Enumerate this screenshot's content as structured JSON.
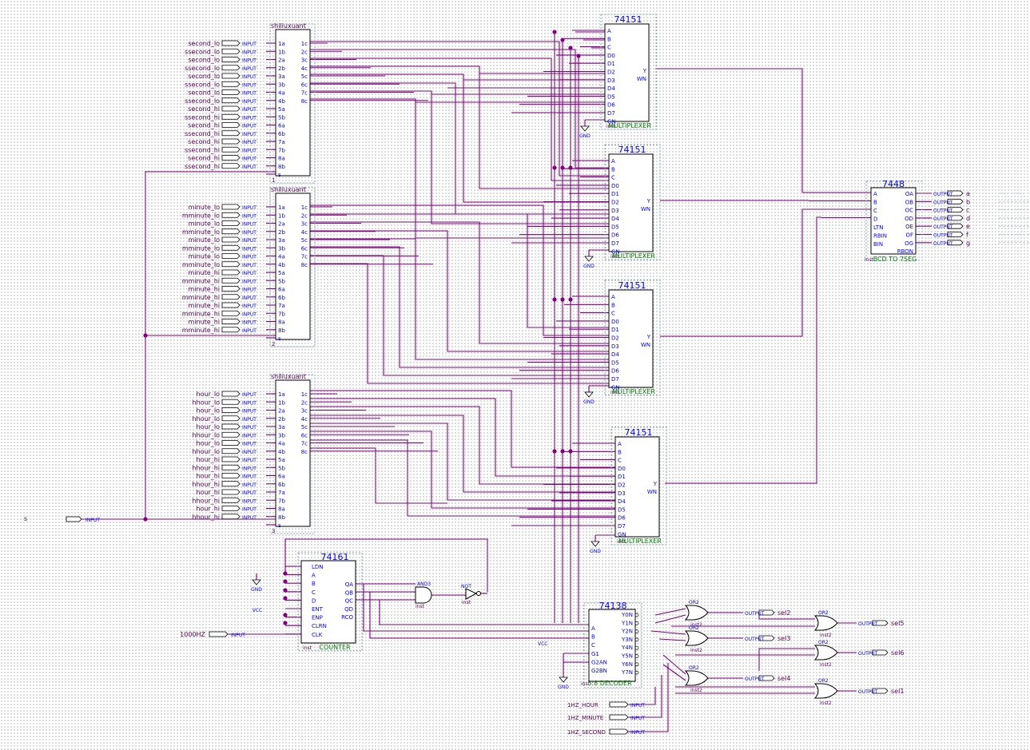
{
  "colors": {
    "wire": "#800080",
    "block": "#0000ff",
    "label": "#5a005a",
    "instance": "#008000",
    "pin": "#000000"
  },
  "ground_label": "GND",
  "vcc_label": "VCC",
  "input_marker": "INPUT",
  "output_marker": "OUTPUT",
  "mux_in_pins": [
    "1a",
    "1b",
    "2a",
    "2b",
    "3a",
    "3b",
    "4a",
    "4b",
    "5a",
    "5b",
    "6a",
    "6b",
    "7a",
    "7b",
    "8a",
    "8b",
    "s"
  ],
  "mux_out_pins": [
    "1c",
    "2c",
    "3c",
    "4c",
    "5c",
    "6c",
    "7c",
    "8c"
  ],
  "selectors": [
    {
      "title": "shiliuxuant",
      "num": "1",
      "inputs": [
        "second_lo",
        "ssecond_lo",
        "second_lo",
        "ssecond_lo",
        "second_lo",
        "ssecond_lo",
        "second_lo",
        "ssecond_lo",
        "second_hi",
        "ssecond_hi",
        "second_hi",
        "ssecond_hi",
        "second_hi",
        "ssecond_hi",
        "second_hi",
        "ssecond_hi"
      ]
    },
    {
      "title": "shiliuxuant",
      "num": "2",
      "inputs": [
        "minute_lo",
        "mminute_lo",
        "minute_lo",
        "mminute_lo",
        "minute_lo",
        "mminute_lo",
        "minute_lo",
        "mminute_lo",
        "minute_hi",
        "mminute_hi",
        "minute_hi",
        "mminute_hi",
        "minute_hi",
        "mminute_hi",
        "minute_hi",
        "mminute_hi"
      ]
    },
    {
      "title": "shiliuxuant",
      "num": "3",
      "inputs": [
        "hour_lo",
        "hhour_lo",
        "hour_lo",
        "hhour_lo",
        "hour_lo",
        "hhour_lo",
        "hour_lo",
        "hhour_lo",
        "hour_hi",
        "hhour_hi",
        "hour_hi",
        "hhour_hi",
        "hour_hi",
        "hhour_hi",
        "hour_hi",
        "hhour_hi"
      ]
    }
  ],
  "multiplexers": {
    "title": "74151",
    "instance": "inst",
    "name": "MULTIPLEXER",
    "pins_left": [
      "A",
      "B",
      "C",
      "D0",
      "D1",
      "D2",
      "D3",
      "D4",
      "D5",
      "D6",
      "D7",
      "GN"
    ],
    "pins_right": [
      "Y",
      "WN"
    ]
  },
  "bcd": {
    "title": "7448",
    "instance": "inst",
    "name": "BCD TO 7SEG",
    "pins_left": [
      "A",
      "B",
      "C",
      "D",
      "LTN",
      "RBIN",
      "BIN"
    ],
    "pins_right": [
      "OA",
      "OB",
      "OC",
      "OD",
      "OE",
      "OF",
      "OG",
      "RBON"
    ],
    "outputs": [
      "a",
      "b",
      "c",
      "d",
      "e",
      "f",
      "g"
    ]
  },
  "counter": {
    "title": "74161",
    "instance": "inst",
    "name": "COUNTER",
    "pins_left": [
      "LDN",
      "A",
      "B",
      "C",
      "D",
      "ENT",
      "ENP",
      "CLRN",
      "CLK"
    ],
    "pins_right": [
      "QA",
      "QB",
      "QC",
      "QD",
      "RCO"
    ],
    "clock_input": "1000HZ",
    "and_gate": "AND3",
    "not_gate": "NOT",
    "and_instance": "inst",
    "not_instance": "inst"
  },
  "decoder": {
    "title": "74138",
    "instance": "inst",
    "name": "3:8 DECODER",
    "pins_left": [
      "A",
      "B",
      "C",
      "G1",
      "G2AN",
      "G2BN"
    ],
    "pins_right": [
      "Y0N",
      "Y1N",
      "Y2N",
      "Y3N",
      "Y4N",
      "Y5N",
      "Y6N",
      "Y7N"
    ]
  },
  "gates": {
    "or_label": "OR2",
    "instance": "inst2"
  },
  "sel_outputs": [
    "sel1",
    "sel2",
    "sel3",
    "sel4",
    "sel5",
    "sel6"
  ],
  "hz_inputs": [
    "1HZ_HOUR",
    "1HZ_MINUTE",
    "1HZ_SECOND"
  ],
  "s_input": "s"
}
